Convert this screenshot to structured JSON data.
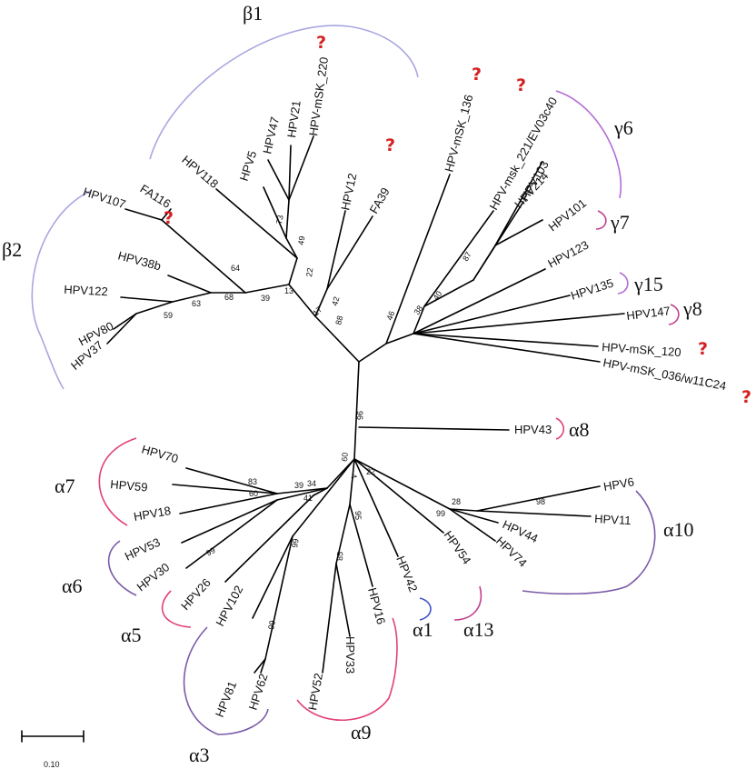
{
  "taxa": [
    "HPV-mSK_220",
    "HPV21",
    "HPV47",
    "HPV5",
    "HPV118",
    "FA116",
    "HPV107",
    "HPV38b",
    "HPV122",
    "HPV80",
    "HPV37",
    "HPV12",
    "FA39",
    "HPV-mSK_136",
    "HPV-msk_221/EV03c40",
    "HPV103",
    "HPV214",
    "HPV101",
    "HPV123",
    "HPV135",
    "HPV147",
    "HPV-mSK_120",
    "HPV-mSK_036/w11C24",
    "HPV43",
    "HPV70",
    "HPV59",
    "HPV18",
    "HPV53",
    "HPV30",
    "HPV26",
    "HPV102",
    "HPV81",
    "HPV62",
    "HPV52",
    "HPV33",
    "HPV16",
    "HPV42",
    "HPV54",
    "HPV74",
    "HPV44",
    "HPV11",
    "HPV6"
  ],
  "support_values": [
    "73",
    "49",
    "22",
    "13",
    "64",
    "39",
    "68",
    "63",
    "59",
    "42",
    "88",
    "17",
    "46",
    "38",
    "40",
    "87",
    "96",
    "60",
    "60",
    "39",
    "34",
    "83",
    "41",
    "99",
    "99",
    "99",
    "85",
    "95",
    "4",
    "22",
    "99",
    "28",
    "98"
  ],
  "genus_labels": [
    "β1",
    "β2",
    "γ6",
    "γ7",
    "γ15",
    "γ8",
    "α8",
    "α7",
    "α6",
    "α5",
    "α3",
    "α9",
    "α1",
    "α13",
    "α10"
  ],
  "uncertain_marker": "?",
  "scale_bar": {
    "label": "0.10"
  },
  "colors": {
    "branch": "#000000",
    "question_mark": "#d42020",
    "beta_arc": "#a9a7e0",
    "gamma_arc": "#b46bd6",
    "alpha_pink": "#e2407a",
    "alpha_purple": "#7a5aa8",
    "alpha_blue": "#3b52c8",
    "alpha_magenta": "#c2408f"
  }
}
